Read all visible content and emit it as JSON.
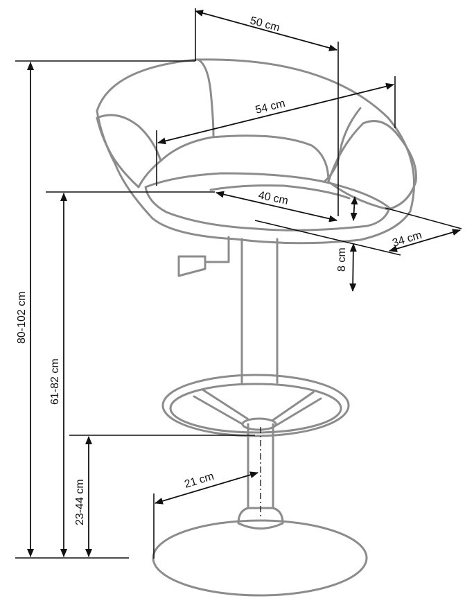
{
  "diagram": {
    "subject": "bar stool dimension drawing",
    "line_color": "#8c8c8c",
    "dimension_color": "#111111",
    "dimensions": {
      "back_width": "50 cm",
      "seat_outer_width": "54 cm",
      "seat_inner_width": "40 cm",
      "seat_depth": "34 cm",
      "seat_rim_height": "8 cm",
      "total_height": "80-102 cm",
      "seat_height": "61-82 cm",
      "footrest_height": "23-44 cm",
      "base_radius": "21 cm"
    }
  }
}
